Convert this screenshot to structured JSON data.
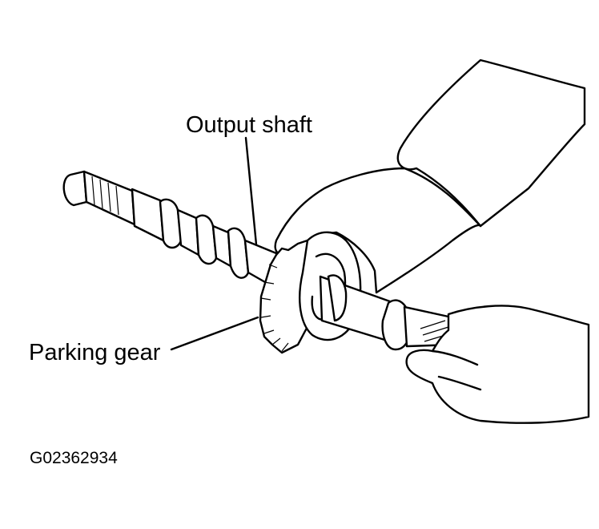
{
  "labels": {
    "output_shaft": "Output shaft",
    "parking_gear": "Parking gear",
    "figure_code": "G02362934"
  }
}
